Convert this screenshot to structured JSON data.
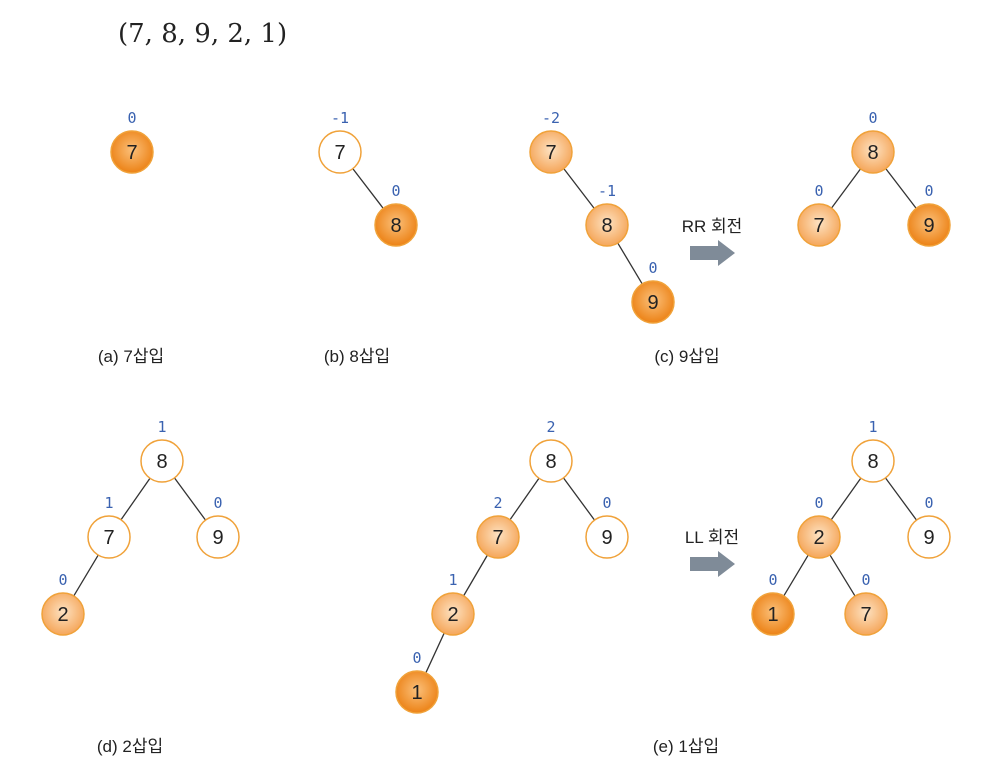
{
  "sequence_text": "(7, 8, 9, 2, 1)",
  "colors": {
    "node_border": "#f0a23a",
    "node_white": "#ffffff",
    "node_light_inner": "#fde2c2",
    "node_light_outer": "#f5a65a",
    "node_new_inner": "#fbc07a",
    "node_new_outer": "#ec8216",
    "balance_text": "#3a62b0",
    "arrow": "#7f8b98"
  },
  "icons": {
    "rotation_arrow": "right-arrow-icon"
  },
  "captions": {
    "a": "(a) 7삽입",
    "b": "(b) 8삽입",
    "c": "(c) 9삽입",
    "d": "(d) 2삽입",
    "e": "(e) 1삽입"
  },
  "rotations": {
    "rr": "RR 회전",
    "ll": "LL 회전"
  },
  "trees": {
    "a": {
      "nodes": [
        {
          "value": "7",
          "bf": "0",
          "style": "new"
        }
      ]
    },
    "b": {
      "nodes": [
        {
          "value": "7",
          "bf": "-1",
          "style": "white"
        },
        {
          "value": "8",
          "bf": "0",
          "style": "new"
        }
      ]
    },
    "c1": {
      "nodes": [
        {
          "value": "7",
          "bf": "-2",
          "style": "light"
        },
        {
          "value": "8",
          "bf": "-1",
          "style": "light"
        },
        {
          "value": "9",
          "bf": "0",
          "style": "new"
        }
      ]
    },
    "c2": {
      "nodes": [
        {
          "value": "8",
          "bf": "0",
          "style": "light"
        },
        {
          "value": "7",
          "bf": "0",
          "style": "light"
        },
        {
          "value": "9",
          "bf": "0",
          "style": "new"
        }
      ]
    },
    "d": {
      "nodes": [
        {
          "value": "8",
          "bf": "1",
          "style": "white"
        },
        {
          "value": "7",
          "bf": "1",
          "style": "white"
        },
        {
          "value": "9",
          "bf": "0",
          "style": "white"
        },
        {
          "value": "2",
          "bf": "0",
          "style": "light"
        }
      ]
    },
    "e1": {
      "nodes": [
        {
          "value": "8",
          "bf": "2",
          "style": "white"
        },
        {
          "value": "7",
          "bf": "2",
          "style": "light"
        },
        {
          "value": "9",
          "bf": "0",
          "style": "white"
        },
        {
          "value": "2",
          "bf": "1",
          "style": "light"
        },
        {
          "value": "1",
          "bf": "0",
          "style": "new"
        }
      ]
    },
    "e2": {
      "nodes": [
        {
          "value": "8",
          "bf": "1",
          "style": "white"
        },
        {
          "value": "2",
          "bf": "0",
          "style": "light"
        },
        {
          "value": "9",
          "bf": "0",
          "style": "white"
        },
        {
          "value": "1",
          "bf": "0",
          "style": "new"
        },
        {
          "value": "7",
          "bf": "0",
          "style": "light"
        }
      ]
    }
  }
}
